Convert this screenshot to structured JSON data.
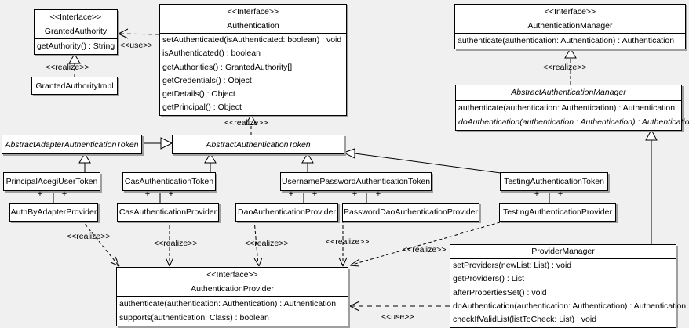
{
  "diagram": {
    "kind": "uml-class-diagram",
    "background": "#f0f0f0",
    "box_fill": "#ffffff",
    "line_color": "#000000",
    "shadow_color": "#9f9f9f"
  },
  "labels": {
    "use": "<<use>>",
    "realize": "<<realize>>",
    "plus": "+",
    "interface_stereotype": "<<Interface>>"
  },
  "boxes": {
    "granted_authority": {
      "stereotype": "<<Interface>>",
      "title": "GrantedAuthority",
      "methods": [
        "getAuthority() : String"
      ]
    },
    "granted_authority_impl": {
      "title": "GrantedAuthorityImpl"
    },
    "authentication": {
      "stereotype": "<<Interface>>",
      "title": "Authentication",
      "methods": [
        "setAuthenticated(isAuthenticated: boolean) : void",
        "isAuthenticated() : boolean",
        "getAuthorities() : GrantedAuthority[]",
        "getCredentials() : Object",
        "getDetails() : Object",
        "getPrincipal() : Object"
      ]
    },
    "authentication_manager": {
      "stereotype": "<<Interface>>",
      "title": "AuthenticationManager",
      "methods": [
        "authenticate(authentication: Authentication) : Authentication"
      ]
    },
    "abstract_authentication_manager": {
      "title": "AbstractAuthenticationManager",
      "methods": [
        "authenticate(authentication: Authentication) : Authentication",
        "doAuthentication(authentication : Authentication) : Authentication"
      ]
    },
    "abstract_adapter_authentication_token": {
      "title": "AbstractAdapterAuthenticationToken"
    },
    "abstract_authentication_token": {
      "title": "AbstractAuthenticationToken"
    },
    "principal_acegi_user_token": {
      "title": "PrincipalAcegiUserToken"
    },
    "cas_authentication_token": {
      "title": "CasAuthenticationToken"
    },
    "username_password_authentication_token": {
      "title": "UsernamePasswordAuthenticationToken"
    },
    "testing_authentication_token": {
      "title": "TestingAuthenticationToken"
    },
    "auth_by_adapter_provider": {
      "title": "AuthByAdapterProvider"
    },
    "cas_authentication_provider": {
      "title": "CasAuthenticationProvider"
    },
    "dao_authentication_provider": {
      "title": "DaoAuthenticationProvider"
    },
    "password_dao_authentication_provider": {
      "title": "PasswordDaoAuthenticationProvider"
    },
    "testing_authentication_provider": {
      "title": "TestingAuthenticationProvider"
    },
    "authentication_provider": {
      "stereotype": "<<Interface>>",
      "title": "AuthenticationProvider",
      "methods": [
        "authenticate(authentication: Authentication) : Authentication",
        "supports(authentication: Class) : boolean"
      ]
    },
    "provider_manager": {
      "title": "ProviderManager",
      "methods": [
        "setProviders(newList: List) : void",
        "getProviders() : List",
        "afterPropertiesSet() : void",
        "doAuthentication(authentication: Authentication) : Authentication",
        "checkIfValidList(listToCheck: List) : void"
      ]
    }
  },
  "relationships": [
    "Authentication --use--> GrantedAuthority",
    "GrantedAuthorityImpl --realize--> GrantedAuthority",
    "AbstractAuthenticationToken --realize--> Authentication",
    "AbstractAuthenticationManager --realize--> AuthenticationManager",
    "AbstractAdapterAuthenticationToken --extends--> AbstractAuthenticationToken",
    "PrincipalAcegiUserToken --extends--> AbstractAdapterAuthenticationToken",
    "CasAuthenticationToken --extends--> AbstractAuthenticationToken",
    "UsernamePasswordAuthenticationToken --extends--> AbstractAuthenticationToken",
    "TestingAuthenticationToken --extends--> AbstractAuthenticationToken",
    "PrincipalAcegiUserToken -- AuthByAdapterProvider",
    "CasAuthenticationToken -- CasAuthenticationProvider",
    "UsernamePasswordAuthenticationToken -- DaoAuthenticationProvider",
    "UsernamePasswordAuthenticationToken -- PasswordDaoAuthenticationProvider",
    "TestingAuthenticationToken -- TestingAuthenticationProvider",
    "AuthByAdapterProvider --realize--> AuthenticationProvider",
    "CasAuthenticationProvider --realize--> AuthenticationProvider",
    "DaoAuthenticationProvider --realize--> AuthenticationProvider",
    "PasswordDaoAuthenticationProvider --realize--> AuthenticationProvider",
    "TestingAuthenticationProvider --realize--> AuthenticationProvider",
    "ProviderManager --extends--> AbstractAuthenticationManager",
    "ProviderManager --use--> AuthenticationProvider"
  ]
}
